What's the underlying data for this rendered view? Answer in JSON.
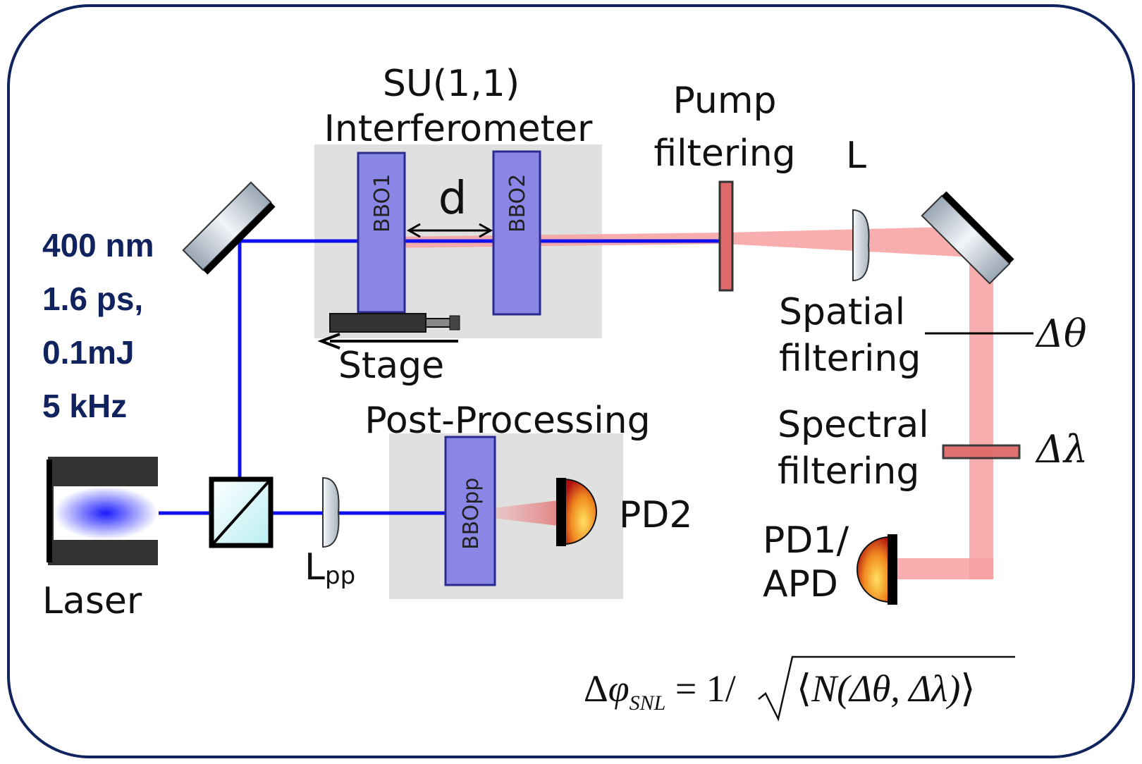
{
  "source": {
    "wavelength": "400 nm",
    "pulse": "1.6 ps,",
    "energy": "0.1mJ",
    "rate": "5 kHz"
  },
  "labels": {
    "laser": "Laser",
    "su11_line1": "SU(1,1)",
    "su11_line2": "Interferometer",
    "bbo1": "BBO1",
    "bbo2": "BBO2",
    "distance": "d",
    "stage": "Stage",
    "pump_line1": "Pump",
    "pump_line2": "filtering",
    "lens": "L",
    "spatial_line1": "Spatial",
    "spatial_line2": "filtering",
    "delta_theta": "Δθ",
    "spectral_line1": "Spectral",
    "spectral_line2": "filtering",
    "delta_lambda": "Δλ",
    "post_processing": "Post-Processing",
    "bbopp": "BBOpp",
    "lens_pp_main": "L",
    "lens_pp_sub": "pp",
    "pd2": "PD2",
    "pd1_line1": "PD1/",
    "pd1_line2": "APD"
  },
  "formula": {
    "delta": "Δ",
    "phi": "φ",
    "subscript": "SNL",
    "equals_one": " = 1/",
    "langle": "⟨",
    "body": "N(Δθ, Δλ)",
    "rangle": "⟩"
  },
  "colors": {
    "frame": "#10235e",
    "pump_beam": "#1010ee",
    "signal_beam": "#f7a0a0",
    "crystal": "#8a86e6",
    "box": "#e0e0e0"
  }
}
